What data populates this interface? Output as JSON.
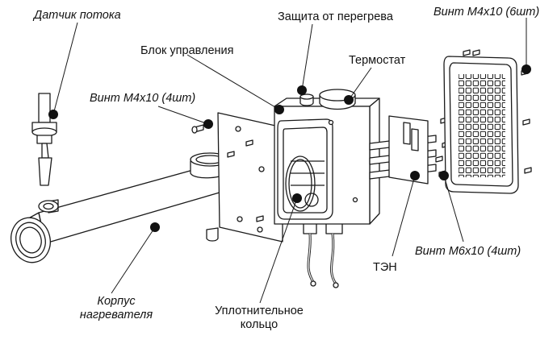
{
  "labels": {
    "flow_sensor": "Датчик потока",
    "overheat_protection": "Защита от перегрева",
    "screw_m4x10_6": "Винт М4х10 (6шт)",
    "control_unit": "Блок управления",
    "thermostat": "Термостат",
    "screw_m4x10_4": "Винт М4х10 (4шт)",
    "heater_element": "ТЭН",
    "screw_m6x10_4": "Винт М6х10 (4шт)",
    "housing_line1": "Корпус",
    "housing_line2": "нагревателя",
    "sealing_ring_line1": "Уплотнительное",
    "sealing_ring_line2": "кольцо"
  },
  "colors": {
    "line": "#1a1a1a",
    "marker": "#111111",
    "background": "#ffffff"
  }
}
